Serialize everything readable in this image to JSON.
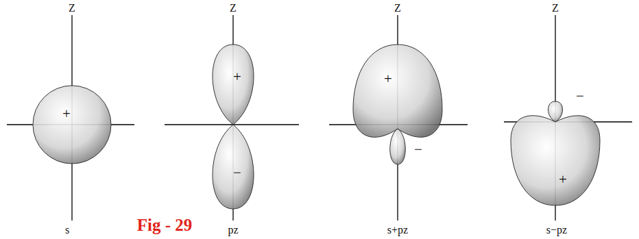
{
  "diagram": {
    "caption": "Fig - 29",
    "labels": [
      "Z",
      "+",
      "s",
      "Z",
      "+",
      "−",
      "pz",
      "Z",
      "+",
      "−",
      "s+pz",
      "Z",
      "−",
      "+",
      "s−pz"
    ]
  }
}
